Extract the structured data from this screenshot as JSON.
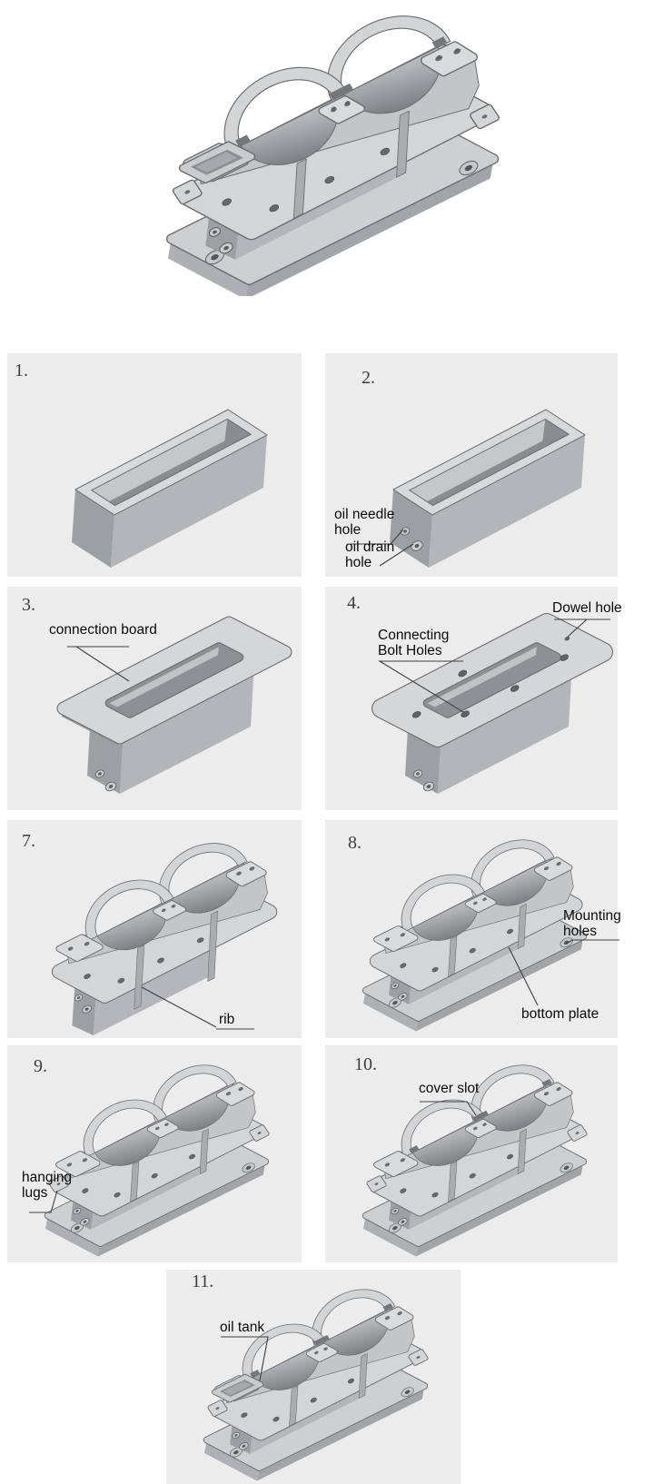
{
  "steps": {
    "s1": {
      "number": "1."
    },
    "s2": {
      "number": "2.",
      "labels": {
        "oil_needle_hole": "oil needle hole",
        "oil_drain_hole": "oil drain hole"
      }
    },
    "s3": {
      "number": "3.",
      "labels": {
        "connection_board": "connection board"
      }
    },
    "s4": {
      "number": "4.",
      "labels": {
        "connecting_bolt_holes": "Connecting Bolt Holes",
        "dowel_hole": "Dowel hole"
      }
    },
    "s7": {
      "number": "7.",
      "labels": {
        "rib": "rib"
      }
    },
    "s8": {
      "number": "8.",
      "labels": {
        "mounting_holes": "Mounting holes",
        "bottom_plate": "bottom plate"
      }
    },
    "s9": {
      "number": "9.",
      "labels": {
        "hanging_lugs": "hanging lugs"
      }
    },
    "s10": {
      "number": "10.",
      "labels": {
        "cover_slot": "cover slot"
      }
    },
    "s11": {
      "number": "11.",
      "labels": {
        "oil_tank": "oil tank"
      }
    }
  },
  "colors": {
    "panel_bg": "#ececec",
    "label_text": "#0a0a0a",
    "leader": "#3f4144"
  }
}
